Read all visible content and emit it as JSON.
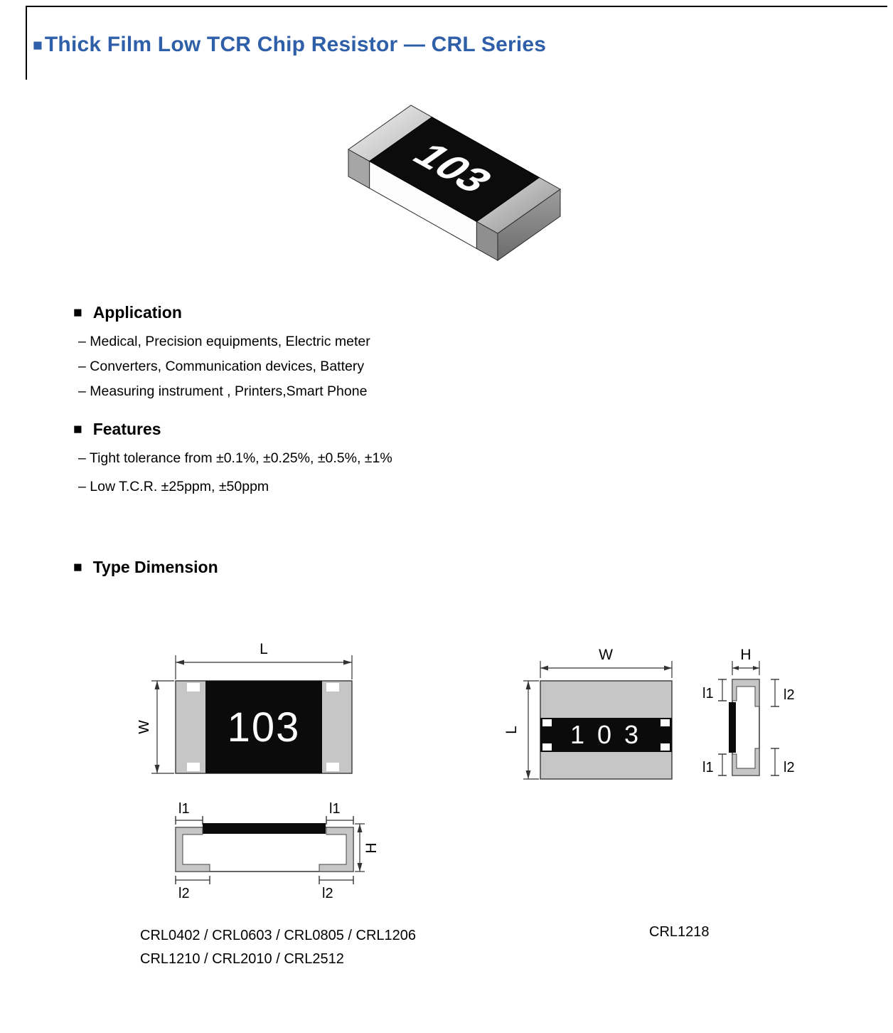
{
  "title": {
    "bullet": "■",
    "text": "Thick Film Low TCR Chip Resistor — CRL Series"
  },
  "colors": {
    "accent": "#2E5FA8"
  },
  "resistor": {
    "marking": "103"
  },
  "application": {
    "bullet": "■",
    "heading": "Application",
    "items": [
      "– Medical, Precision equipments, Electric meter",
      "– Converters, Communication devices, Battery",
      "– Measuring instrument , Printers,Smart Phone"
    ]
  },
  "features": {
    "bullet": "■",
    "heading": "Features",
    "items": [
      "– Tight tolerance from ±0.1%, ±0.25%, ±0.5%, ±1%",
      "– Low T.C.R. ±25ppm, ±50ppm"
    ]
  },
  "dimension": {
    "bullet": "■",
    "heading": "Type Dimension",
    "labels": {
      "L": "L",
      "W": "W",
      "H": "H",
      "l1": "l1",
      "l2": "l2"
    },
    "marking": "103",
    "marking_spaced": "1 0 3",
    "captions": {
      "left_line1": "CRL0402 / CRL0603 / CRL0805 / CRL1206",
      "left_line2": "CRL1210 / CRL2010 / CRL2512",
      "right": "CRL1218"
    }
  }
}
